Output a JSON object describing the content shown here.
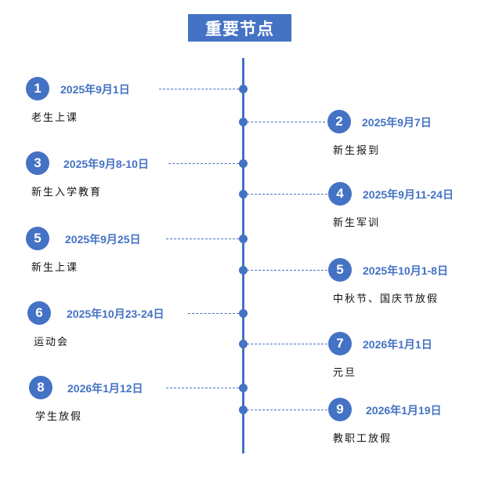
{
  "title": "重要节点",
  "accent_color": "#4472c4",
  "events": [
    {
      "number": "1",
      "date": "2025年9月1日",
      "label": "老生上课",
      "side": "left"
    },
    {
      "number": "2",
      "date": "2025年9月7日",
      "label": "新生报到",
      "side": "right"
    },
    {
      "number": "3",
      "date": "2025年9月8-10日",
      "label": "新生入学教育",
      "side": "left"
    },
    {
      "number": "4",
      "date": "2025年9月11-24日",
      "label": "新生军训",
      "side": "right"
    },
    {
      "number": "5",
      "date": "2025年9月25日",
      "label": "新生上课",
      "side": "left"
    },
    {
      "number": "5",
      "date": "2025年10月1-8日",
      "label": "中秋节、国庆节放假",
      "side": "right"
    },
    {
      "number": "6",
      "date": "2025年10月23-24日",
      "label": "运动会",
      "side": "left"
    },
    {
      "number": "7",
      "date": "2026年1月1日",
      "label": "元旦",
      "side": "right"
    },
    {
      "number": "8",
      "date": "2026年1月12日",
      "label": "学生放假",
      "side": "left"
    },
    {
      "number": "9",
      "date": "2026年1月19日",
      "label": "教职工放假",
      "side": "right"
    }
  ]
}
